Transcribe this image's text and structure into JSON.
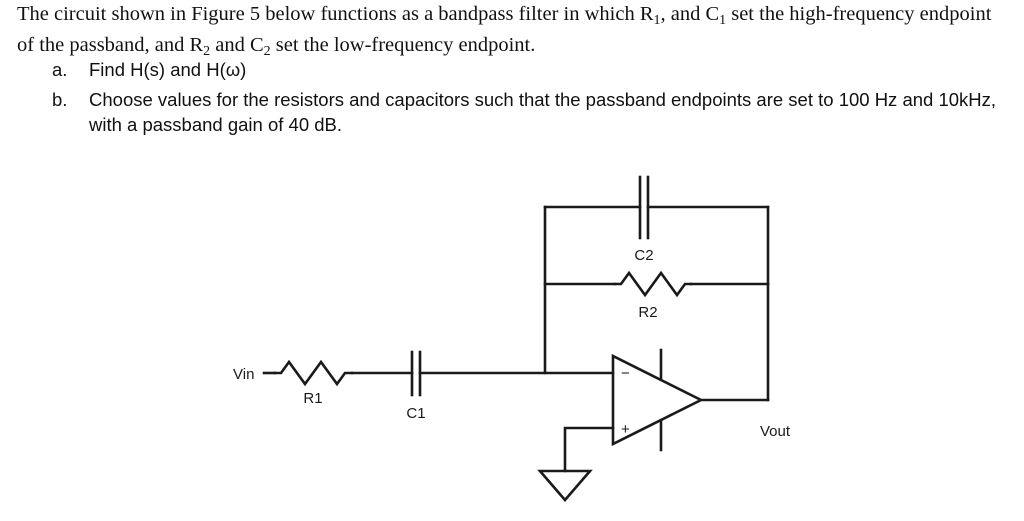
{
  "statement": {
    "line_prefix": "The circuit shown in Figure 5 below functions as a bandpass filter in which R",
    "sub1": "1",
    "mid1": ", and C",
    "sub2": "1",
    "mid2": " set the high-frequency endpoint of the passband, and R",
    "sub3": "2",
    "mid3": " and C",
    "sub4": "2",
    "tail": " set the low-frequency endpoint.",
    "full_text": "The circuit shown in Figure 5 below functions as a bandpass filter in which R1, and C1 set the high-frequency endpoint of the passband, and R2 and C2 set the low-frequency endpoint."
  },
  "list": {
    "items": [
      {
        "marker": "a.",
        "text": "Find H(s) and H(ω)"
      },
      {
        "marker": "b.",
        "text": "Choose values for the resistors and capacitors such that the passband endpoints are set to 100 Hz and 10kHz, with a passband gain of 40 dB."
      }
    ]
  },
  "circuit": {
    "figure_name": "Figure 5",
    "labels": {
      "vin": "Vin",
      "vout": "Vout",
      "r1": "R1",
      "c1": "C1",
      "r2": "R2",
      "c2": "C2",
      "opamp_inverting": "−",
      "opamp_noninverting": "+"
    },
    "colors": {
      "wire": "#1a1a1a",
      "background": "#ffffff",
      "text": "#1a1a1a"
    },
    "stroke_width": 2.6
  }
}
